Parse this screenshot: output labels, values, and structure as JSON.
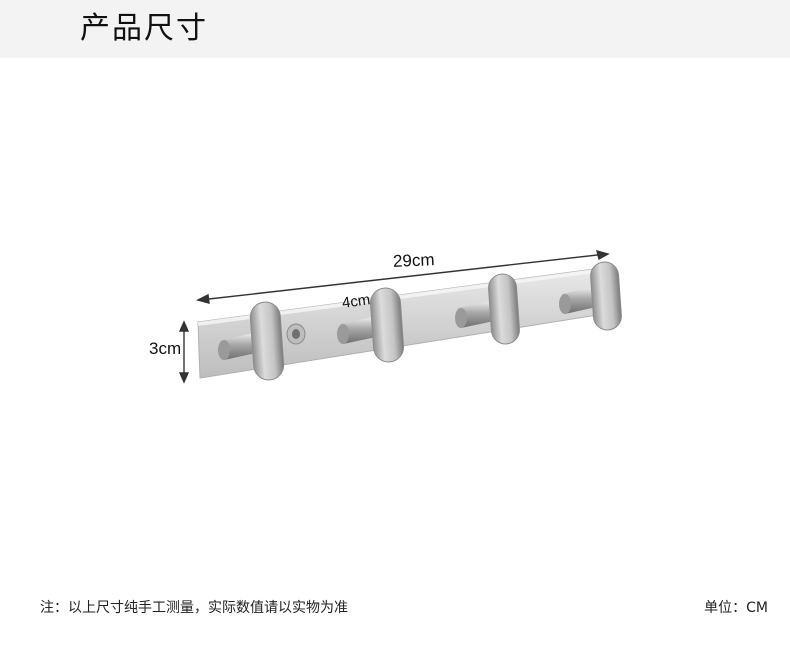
{
  "header": {
    "title": "产品尺寸"
  },
  "dimensions": {
    "width_label": "29cm",
    "spacing_label": "4cm",
    "height_label": "3cm"
  },
  "footer": {
    "note": "注：以上尺寸纯手工测量，实际数值请以实物为准",
    "unit": "单位：CM"
  }
}
